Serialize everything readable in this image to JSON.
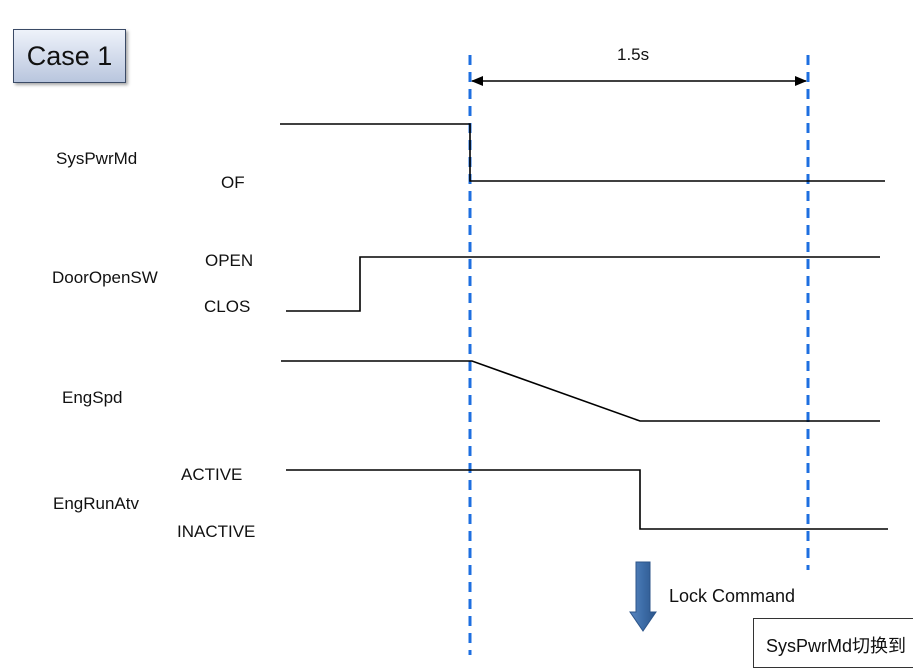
{
  "case_label": "Case 1",
  "time_interval": "1.5s",
  "signals": {
    "sys_pwr_md": {
      "name": "SysPwrMd",
      "state_low": "OF"
    },
    "door_open_sw": {
      "name": "DoorOpenSW",
      "state_high": "OPEN",
      "state_low": "CLOS"
    },
    "eng_spd": {
      "name": "EngSpd"
    },
    "eng_run_atv": {
      "name": "EngRunAtv",
      "state_high": "ACTIVE",
      "state_low": "INACTIVE"
    }
  },
  "command": {
    "label": "Lock Command"
  },
  "note": {
    "text_prefix": "SysPwrMd",
    "text_suffix": "切换到"
  },
  "colors": {
    "marker_line": "#1e6fe0",
    "waveform": "#000000",
    "arrow": "#3d6da8",
    "case_box_top": "#eef2fa",
    "case_box_bottom": "#b9c6de"
  }
}
